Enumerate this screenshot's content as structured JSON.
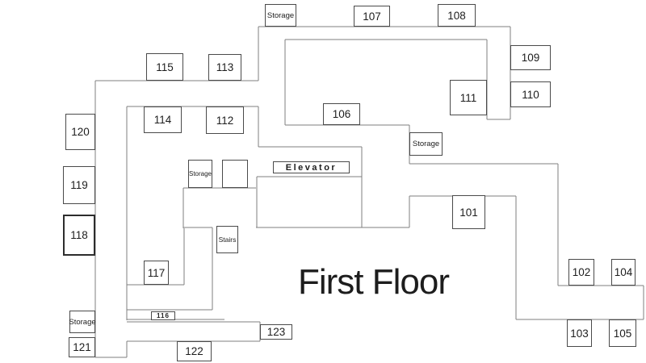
{
  "title": "First Floor",
  "colors": {
    "background": "#ffffff",
    "wall": "#7f7f7f",
    "room_border": "#4a4a4a",
    "room_border_dark": "#2d2d2d",
    "text": "#1d1d1d"
  },
  "rooms": [
    {
      "id": "storage-top",
      "label": "Storage",
      "kind": "storage"
    },
    {
      "id": "room-107",
      "label": "107",
      "kind": "room"
    },
    {
      "id": "room-108",
      "label": "108",
      "kind": "room"
    },
    {
      "id": "room-109",
      "label": "109",
      "kind": "room"
    },
    {
      "id": "room-110",
      "label": "110",
      "kind": "room"
    },
    {
      "id": "room-111",
      "label": "111",
      "kind": "room"
    },
    {
      "id": "room-106",
      "label": "106",
      "kind": "room"
    },
    {
      "id": "room-115",
      "label": "115",
      "kind": "room"
    },
    {
      "id": "room-113",
      "label": "113",
      "kind": "room"
    },
    {
      "id": "room-114",
      "label": "114",
      "kind": "room"
    },
    {
      "id": "room-112",
      "label": "112",
      "kind": "room"
    },
    {
      "id": "room-120",
      "label": "120",
      "kind": "room"
    },
    {
      "id": "room-119",
      "label": "119",
      "kind": "room"
    },
    {
      "id": "room-118",
      "label": "118",
      "kind": "room-dark"
    },
    {
      "id": "storage-mid",
      "label": "Storage",
      "kind": "storage-small"
    },
    {
      "id": "closet-mid",
      "label": "",
      "kind": "closet"
    },
    {
      "id": "elevator",
      "label": "Elevator",
      "kind": "elevator"
    },
    {
      "id": "storage-right",
      "label": "Storage",
      "kind": "storage"
    },
    {
      "id": "stairs",
      "label": "Stairs",
      "kind": "stairs"
    },
    {
      "id": "room-117",
      "label": "117",
      "kind": "room"
    },
    {
      "id": "room-101",
      "label": "101",
      "kind": "room"
    },
    {
      "id": "room-116",
      "label": "116",
      "kind": "room-tiny"
    },
    {
      "id": "storage-left",
      "label": "Storage",
      "kind": "storage"
    },
    {
      "id": "room-121",
      "label": "121",
      "kind": "room"
    },
    {
      "id": "room-122",
      "label": "122",
      "kind": "room"
    },
    {
      "id": "room-123",
      "label": "123",
      "kind": "room"
    },
    {
      "id": "room-102",
      "label": "102",
      "kind": "room"
    },
    {
      "id": "room-104",
      "label": "104",
      "kind": "room"
    },
    {
      "id": "room-103",
      "label": "103",
      "kind": "room"
    },
    {
      "id": "room-105",
      "label": "105",
      "kind": "room"
    }
  ]
}
